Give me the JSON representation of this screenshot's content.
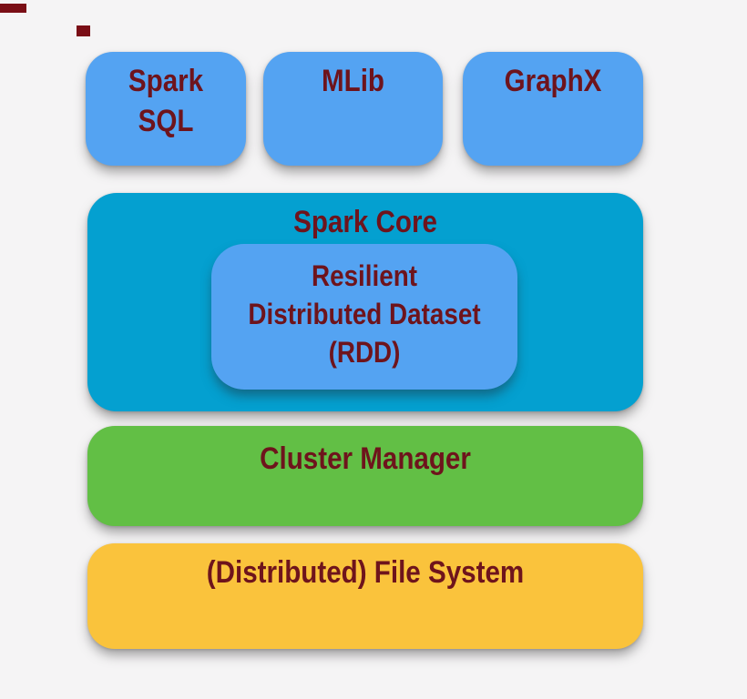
{
  "colors": {
    "canvas_bg": "#f5f4f5",
    "box_blue": "#54a3f2",
    "box_teal": "#04a0d0",
    "box_green": "#62bf45",
    "box_yellow": "#fac33c",
    "label_maroon": "#6e141c",
    "artifact_red": "#7a0e16"
  },
  "diagram": {
    "top_row": [
      {
        "name": "spark-sql",
        "label_lines": [
          "Spark",
          "SQL"
        ]
      },
      {
        "name": "mlib",
        "label_lines": [
          "MLib"
        ]
      },
      {
        "name": "graphx",
        "label_lines": [
          "GraphX"
        ]
      }
    ],
    "spark_core": {
      "label": "Spark Core",
      "rdd": {
        "label_lines": [
          "Resilient",
          "Distributed Dataset",
          "(RDD)"
        ]
      }
    },
    "cluster_manager": {
      "label": "Cluster Manager"
    },
    "file_system": {
      "label": "(Distributed) File System"
    }
  }
}
